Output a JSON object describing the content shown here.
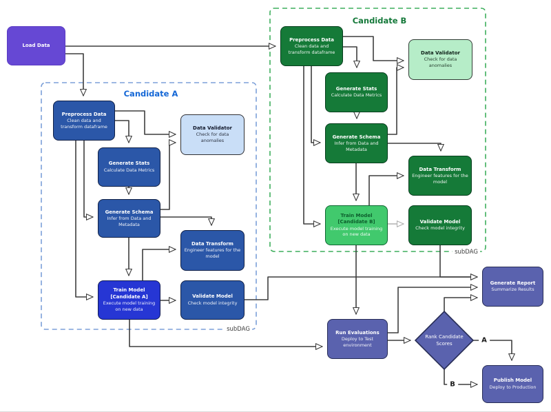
{
  "diagram": {
    "background": "#ffffff",
    "edge_color": "#3d3d3d"
  },
  "colors": {
    "node_purple": "#6648d4",
    "node_blue": "#2b57a8",
    "node_blue_bright": "#2636d4",
    "node_blue_light": "#c9def7",
    "node_green": "#157a38",
    "node_green_bright": "#41c96d",
    "node_green_light": "#b6edc8",
    "node_slate": "#5a62ae",
    "subdag_a_border": "#7b9fd8",
    "subdag_a_title_color": "#1467d6",
    "subdag_b_border": "#3dae5c",
    "subdag_b_title_color": "#15793a",
    "edge": "#3d3d3d"
  },
  "subdags": {
    "a": {
      "title": "Candidate A",
      "tag": "subDAG"
    },
    "b": {
      "title": "Candidate B",
      "tag": "subDAG"
    }
  },
  "edge_labels": {
    "branch_a": "A",
    "branch_b": "B"
  },
  "nodes": {
    "load_data": {
      "title": "Load Data"
    },
    "preprocess_a": {
      "title": "Preprocess Data",
      "subtitle": "Clean data and transform dataframe"
    },
    "data_validator_a": {
      "title": "Data Validator",
      "subtitle": "Check for data anomalies"
    },
    "generate_stats_a": {
      "title": "Generate Stats",
      "subtitle": "Calculate Data Metrics"
    },
    "generate_schema_a": {
      "title": "Generate Schema",
      "subtitle": "Infer from Data and Metadata"
    },
    "data_transform_a": {
      "title": "Data Transform",
      "subtitle": "Engineer features for the model"
    },
    "train_model_a": {
      "title": "Train Model",
      "title2": "[Candidate A]",
      "subtitle": "Execute model training on new data"
    },
    "validate_model_a": {
      "title": "Validate Model",
      "subtitle": "Check model integrity"
    },
    "preprocess_b": {
      "title": "Preprocess Data",
      "subtitle": "Clean data and transform dataframe"
    },
    "data_validator_b": {
      "title": "Data Validator",
      "subtitle": "Check for data anomalies"
    },
    "generate_stats_b": {
      "title": "Generate Stats",
      "subtitle": "Calculate Data Metrics"
    },
    "generate_schema_b": {
      "title": "Generate Schema",
      "subtitle": "Infer from Data and Metadata"
    },
    "data_transform_b": {
      "title": "Data Transform",
      "subtitle": "Engineer features for the model"
    },
    "train_model_b": {
      "title": "Train Model",
      "title2": "[Candidate B]",
      "subtitle": "Execute model training on new data"
    },
    "validate_model_b": {
      "title": "Validate Model",
      "subtitle": "Check model integrity"
    },
    "run_evaluations": {
      "title": "Run Evaluations",
      "subtitle": "Deploy to Test environment"
    },
    "rank_candidate_scores": {
      "title": "Rank Candidate Scores"
    },
    "generate_report": {
      "title": "Generate Report",
      "subtitle": "Summarize Results"
    },
    "publish_model": {
      "title": "Publish Model",
      "subtitle": "Deploy to Production"
    }
  }
}
